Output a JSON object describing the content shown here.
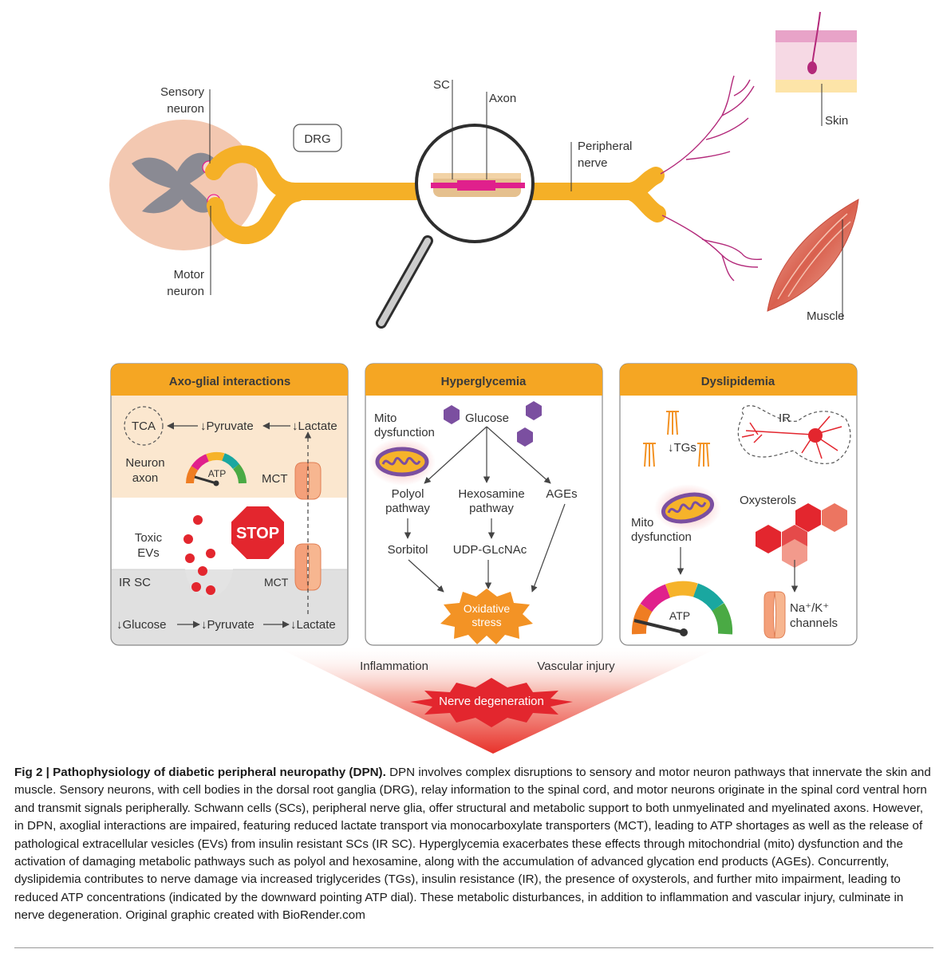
{
  "anatomy": {
    "sensory_neuron": [
      "Sensory",
      "neuron"
    ],
    "motor_neuron": [
      "Motor",
      "neuron"
    ],
    "drg": "DRG",
    "sc": "SC",
    "axon": "Axon",
    "peripheral_nerve": [
      "Peripheral",
      "nerve"
    ],
    "skin": "Skin",
    "muscle": "Muscle"
  },
  "panels": {
    "axoglial": {
      "title": "Axo-glial interactions",
      "tca": "TCA",
      "pyruvate_top": "↓Pyruvate",
      "lactate_top": "↓Lactate",
      "neuron_axon": [
        "Neuron",
        "axon"
      ],
      "atp": "ATP",
      "mct_top": "MCT",
      "toxic_evs": [
        "Toxic",
        "EVs"
      ],
      "stop": "STOP",
      "ir_sc": "IR SC",
      "mct_bottom": "MCT",
      "glucose": "↓Glucose",
      "pyruvate_bottom": "↓Pyruvate",
      "lactate_bottom": "↓Lactate"
    },
    "hyperglycemia": {
      "title": "Hyperglycemia",
      "mito": [
        "Mito",
        "dysfunction"
      ],
      "glucose": "Glucose",
      "polyol": [
        "Polyol",
        "pathway"
      ],
      "hexosamine": [
        "Hexosamine",
        "pathway"
      ],
      "ages": "AGEs",
      "sorbitol": "Sorbitol",
      "udp": "UDP-GLcNAc",
      "oxidative": [
        "Oxidative",
        "stress"
      ]
    },
    "dyslipidemia": {
      "title": "Dyslipidemia",
      "tgs": "↓TGs",
      "ir": "IR",
      "mito": [
        "Mito",
        "dysfunction"
      ],
      "oxysterols": "Oxysterols",
      "atp": "ATP",
      "channels": [
        "Na⁺/K⁺",
        "channels"
      ]
    }
  },
  "outcome": {
    "inflammation": "Inflammation",
    "vascular": "Vascular injury",
    "nerve": "Nerve degeneration"
  },
  "caption": {
    "label": "Fig 2 | Pathophysiology of diabetic peripheral neuropathy (DPN).",
    "text": " DPN involves complex disruptions to sensory and motor neuron pathways that innervate the skin and muscle. Sensory neurons, with cell bodies in the dorsal root ganglia (DRG), relay information to the spinal cord, and motor neurons originate in the spinal cord ventral horn and transmit signals peripherally. Schwann cells (SCs), peripheral nerve glia, offer structural and metabolic support to both unmyelinated and myelinated axons. However, in DPN, axoglial interactions are impaired, featuring reduced lactate transport via monocarboxylate transporters (MCT), leading to ATP shortages as well as the release of pathological extracellular vesicles (EVs) from insulin resistant SCs (IR SC). Hyperglycemia exacerbates these effects through mitochondrial (mito) dysfunction and the activation of damaging metabolic pathways such as polyol and hexosamine, along with the accumulation of advanced glycation end products (AGEs). Concurrently, dyslipidemia contributes to nerve damage via increased triglycerides (TGs), insulin resistance (IR), the presence of oxysterols, and further mito impairment, leading to reduced ATP concentrations (indicated by the downward pointing ATP dial). These metabolic disturbances, in addition to inflammation and vascular injury, culminate in nerve degeneration. Original graphic created with BioRender.com"
  },
  "colors": {
    "nerve": "#f5b027",
    "header": "#f5a623",
    "magenta": "#e0208c",
    "purple": "#7b4fa0",
    "red": "#e3262e",
    "grey_matter": "#8a8a93"
  }
}
